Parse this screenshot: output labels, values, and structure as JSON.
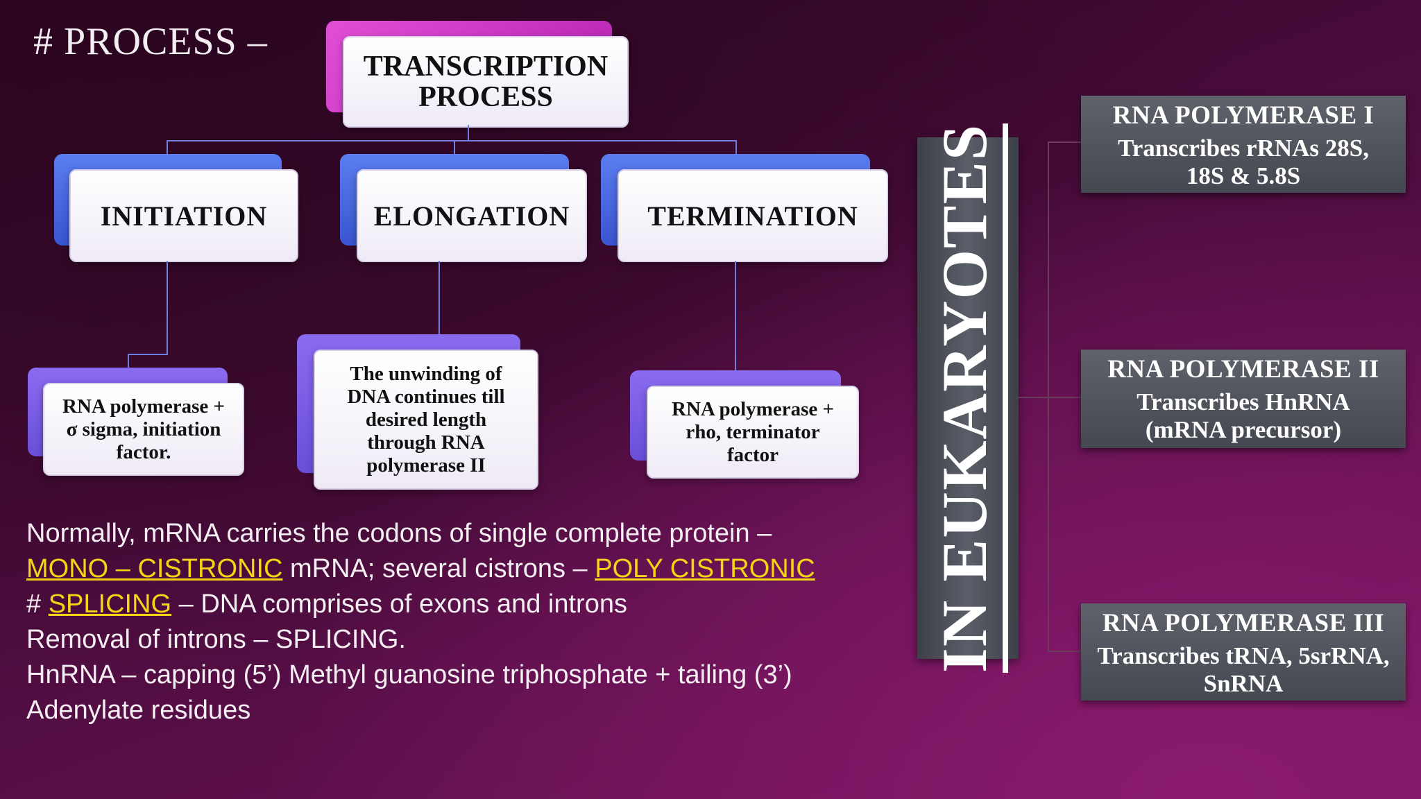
{
  "heading": "# PROCESS –",
  "title": {
    "line1": "TRANSCRIPTION",
    "line2": "PROCESS"
  },
  "stages": [
    {
      "label": "INITIATION",
      "description": [
        "RNA polymerase +",
        "σ sigma, initiation",
        "factor."
      ]
    },
    {
      "label": "ELONGATION",
      "description": [
        "The unwinding of",
        "DNA continues till",
        "desired length",
        "through RNA",
        "polymerase II"
      ]
    },
    {
      "label": "TERMINATION",
      "description": [
        "RNA polymerase +",
        "rho, terminator",
        "factor"
      ]
    }
  ],
  "body": {
    "line1": "Normally, mRNA carries the codons of single complete protein –",
    "mono": "MONO – CISTRONIC",
    "line2_mid": " mRNA; several cistrons – ",
    "poly": "POLY CISTRONIC",
    "line3_prefix": "# ",
    "splicing": "SPLICING",
    "line3_rest": " – DNA comprises of exons and introns",
    "line4": "Removal of introns – SPLICING.",
    "line5": "HnRNA – capping (5’) Methyl guanosine triphosphate + tailing (3’)",
    "line6": "Adenylate residues"
  },
  "eukaryotes_label": "IN EUKARYOTES",
  "polymerases": [
    {
      "title": "RNA POLYMERASE I",
      "desc1": "Transcribes rRNAs 28S,",
      "desc2": "18S & 5.8S"
    },
    {
      "title": "RNA POLYMERASE II",
      "desc1": "Transcribes HnRNA",
      "desc2": "(mRNA precursor)"
    },
    {
      "title": "RNA POLYMERASE III",
      "desc1": "Transcribes tRNA, 5srRNA,",
      "desc2": "SnRNA"
    }
  ],
  "colors": {
    "highlight": "#f5d416",
    "title_back": "#c930c4",
    "stage_back": "#4a68e0",
    "desc_back": "#7a5ce6",
    "polymerase_box": "#50535c"
  }
}
